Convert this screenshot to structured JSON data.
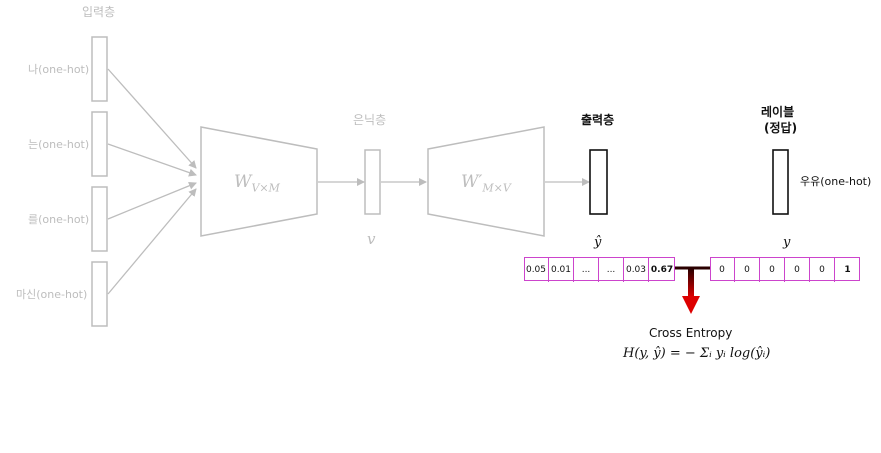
{
  "input_layer": {
    "title": "입력층",
    "words": [
      "나(one-hot)",
      "는(one-hot)",
      "를(one-hot)",
      "마신(one-hot)"
    ]
  },
  "weights": {
    "w_in": "W",
    "w_in_sub": "V×M",
    "w_out": "W′",
    "w_out_sub": "M×V"
  },
  "hidden_layer": {
    "title": "은닉층",
    "symbol": "v"
  },
  "output_layer": {
    "title": "출력층",
    "symbol": "ŷ"
  },
  "label_layer": {
    "title_line1": "레이블",
    "title_line2": "(정답)",
    "word": "우유(one-hot)",
    "symbol": "y"
  },
  "prediction_vector": [
    "0.05",
    "0.01",
    "...",
    "...",
    "0.03",
    "0.67"
  ],
  "label_vector": [
    "0",
    "0",
    "0",
    "0",
    "0",
    "1"
  ],
  "loss": {
    "name": "Cross Entropy",
    "formula": "H(y, ŷ) = − Σᵢ yᵢ log(ŷᵢ)"
  },
  "colors": {
    "faded": "#bdbdbd",
    "frame": "#cc44cc",
    "arrow_top": "#2a0000",
    "arrow_bottom": "#dd0000"
  }
}
